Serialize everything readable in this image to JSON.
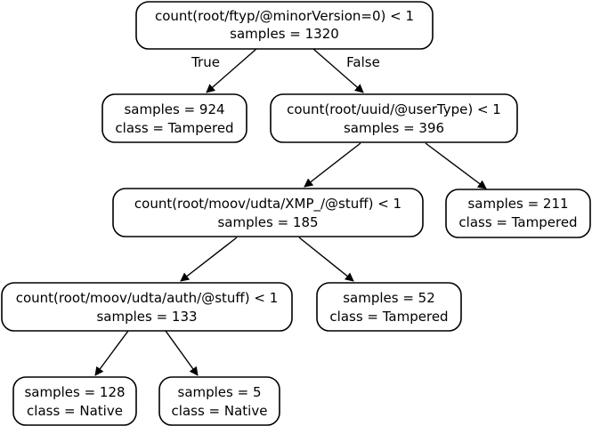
{
  "tree": {
    "edge_labels": {
      "true_label": "True",
      "false_label": "False"
    },
    "nodes": [
      {
        "id": "n0",
        "lines": [
          "count(root/ftyp/@minorVersion=0) < 1",
          "samples = 1320"
        ]
      },
      {
        "id": "n1",
        "lines": [
          "samples = 924",
          "class = Tampered"
        ]
      },
      {
        "id": "n2",
        "lines": [
          "count(root/uuid/@userType) < 1",
          "samples = 396"
        ]
      },
      {
        "id": "n3",
        "lines": [
          "count(root/moov/udta/XMP_/@stuff) < 1",
          "samples = 185"
        ]
      },
      {
        "id": "n4",
        "lines": [
          "samples = 211",
          "class = Tampered"
        ]
      },
      {
        "id": "n5",
        "lines": [
          "count(root/moov/udta/auth/@stuff) < 1",
          "samples = 133"
        ]
      },
      {
        "id": "n6",
        "lines": [
          "samples = 52",
          "class = Tampered"
        ]
      },
      {
        "id": "n7",
        "lines": [
          "samples = 128",
          "class = Native"
        ]
      },
      {
        "id": "n8",
        "lines": [
          "samples = 5",
          "class = Native"
        ]
      }
    ]
  }
}
